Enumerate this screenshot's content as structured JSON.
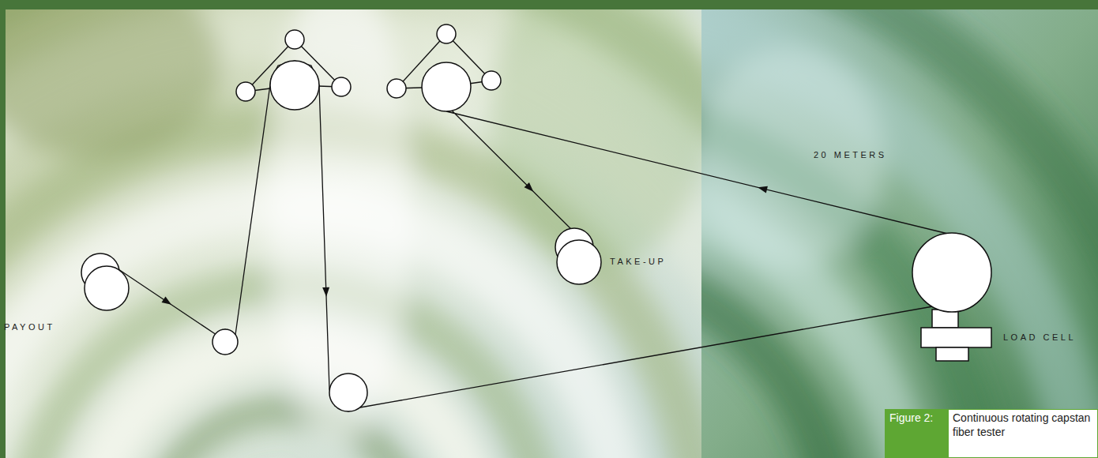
{
  "diagram": {
    "caption": "Continuous rotating capstan fiber tester",
    "nodes": [
      {
        "text": [
          "PAYOUT"
        ]
      },
      {
        "text": [
          "TAKE-UP"
        ]
      },
      {
        "text": [
          "LOAD CELL"
        ]
      }
    ],
    "edges": [
      {
        "from": 0,
        "to": 2,
        "arrow": "to"
      },
      {
        "from": 2,
        "to": 1,
        "arrow": "to"
      }
    ],
    "labels": [
      "20 METERS",
      "Figure 2:"
    ]
  }
}
